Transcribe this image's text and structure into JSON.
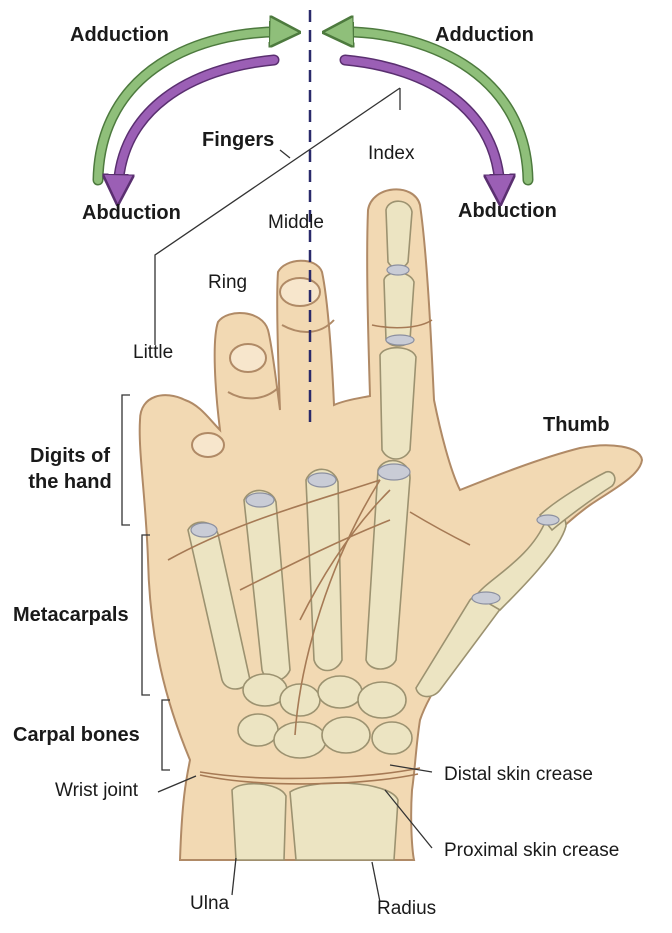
{
  "labels": {
    "adduction_left": "Adduction",
    "adduction_right": "Adduction",
    "abduction_left": "Abduction",
    "abduction_right": "Abduction",
    "fingers": "Fingers",
    "index": "Index",
    "middle": "Middle",
    "ring": "Ring",
    "little": "Little",
    "thumb": "Thumb",
    "digits_line1": "Digits of",
    "digits_line2": "the hand",
    "metacarpals": "Metacarpals",
    "carpal_bones": "Carpal bones",
    "wrist_joint": "Wrist joint",
    "distal_crease": "Distal skin crease",
    "proximal_crease": "Proximal skin crease",
    "ulna": "Ulna",
    "radius": "Radius"
  },
  "colors": {
    "adduction_arrow": "#8fbf7a",
    "abduction_arrow": "#9b5fb5",
    "skin": "#f2d9b3",
    "skin_outline": "#b08a66",
    "bone": "#ece4c2",
    "bone_outline": "#9c9270",
    "cartilage": "#c9ccd6",
    "axis_line": "#2a2a6a",
    "leader": "#333333"
  }
}
